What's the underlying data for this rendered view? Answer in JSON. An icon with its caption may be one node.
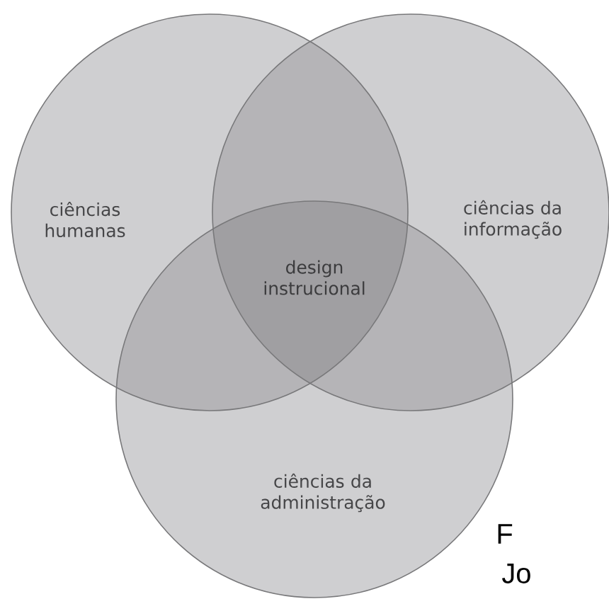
{
  "diagram": {
    "nodes": [
      {
        "text": [
          "ciências humanas"
        ]
      },
      {
        "text": [
          "ciências da informação"
        ]
      },
      {
        "text": [
          "ciências da administração"
        ]
      }
    ],
    "labels": [
      "design instrucional",
      "F",
      "Jo"
    ]
  }
}
